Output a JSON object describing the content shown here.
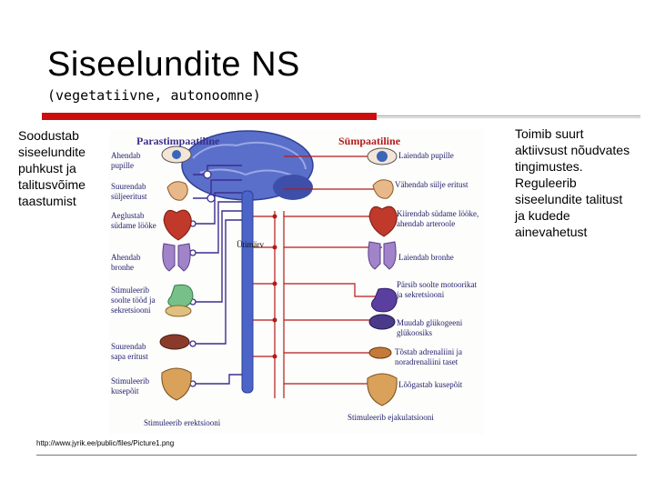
{
  "slide": {
    "title": "Siseelundite NS",
    "subtitle": "(vegetatiivne, autonoomne)",
    "left_text": "Soodustab siseelundite puhkust ja talitusvõime taastumist",
    "right_text": "Toimib suurt aktiivsust nõudvates tingimustes. Reguleerib siseelundite talitust ja kudede ainevahetust",
    "source": "http://www.jyrik.ee/public/files/Picture1.png"
  },
  "diagram": {
    "header_left": "Parastimpaatiline",
    "header_right": "Sümpaatiline",
    "cord_label": "Ütimärv",
    "left_labels": [
      "Ahendab pupille",
      "Suurendab süljeeritust",
      "Aeglustab südame lööke",
      "Ahendab bronhe",
      "Stimuleerib soolte tööd ja sekretsiooni",
      "Suurendab sapa eritust",
      "Stimuleerib kusepõit",
      "Stimuleerib erektsiooni"
    ],
    "right_labels": [
      "Laiendab pupille",
      "Vähendab sülje eritust",
      "Kiirendab südame lööke, ahendab arteroole",
      "Laiendab bronhe",
      "Pärsib soolte motoorikat ja sekretsiooni",
      "Muudab glükogeeni glükoosiks",
      "Tõstab adrenaliini ja noradrenaliini taset",
      "Lõõgastab kusepõit",
      "Stimuleerib ejakulatsiooni"
    ],
    "colors": {
      "parasympathetic": "#3b2f8f",
      "sympathetic": "#b31b1b",
      "cns": "#4a64c8",
      "accent_bar": "#cc0e0e"
    }
  }
}
